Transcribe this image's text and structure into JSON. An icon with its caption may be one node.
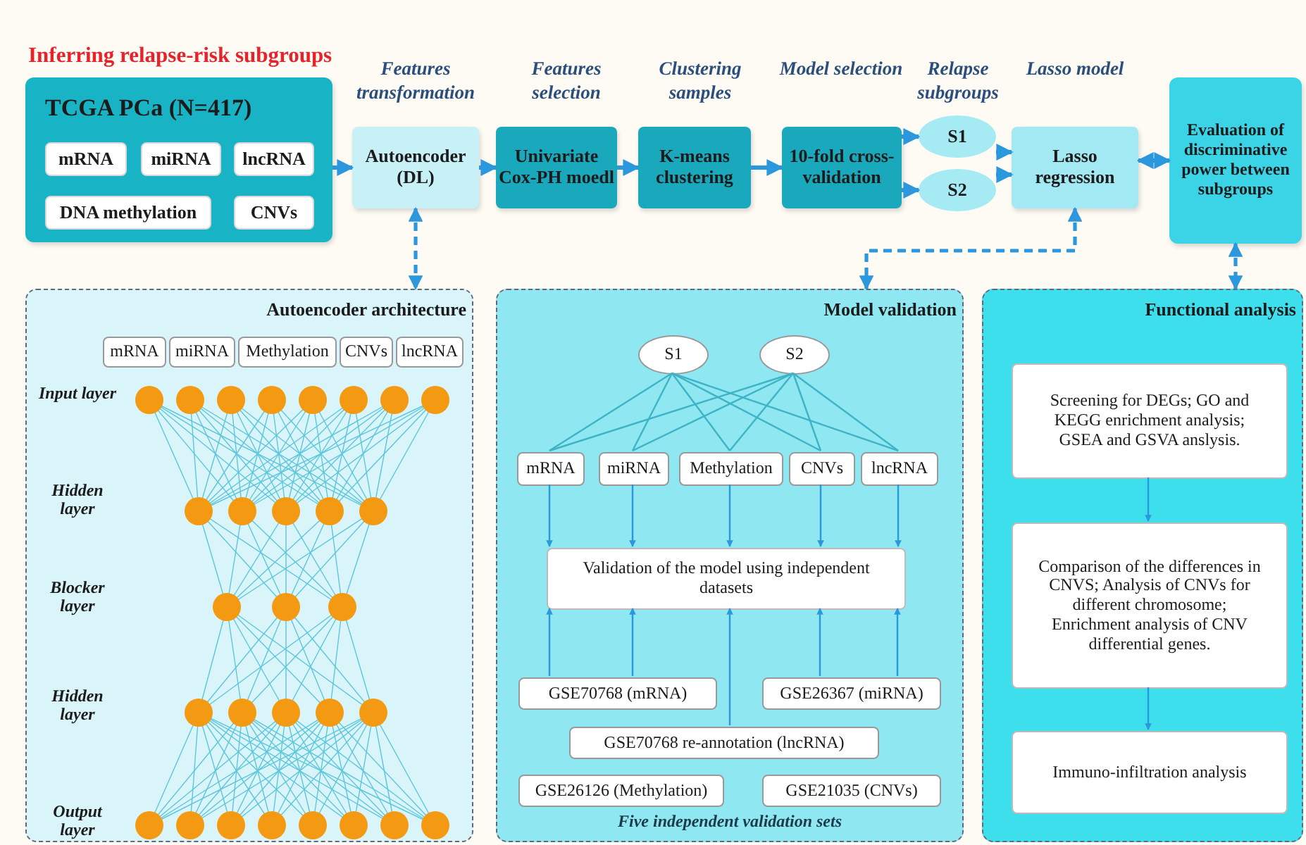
{
  "diagram": {
    "nodes": [
      {
        "text": [
          "TCGA PCa (N=417)"
        ]
      },
      {
        "text": [
          "mRNA"
        ],
        "in": 0
      },
      {
        "text": [
          "miRNA"
        ],
        "in": 0
      },
      {
        "text": [
          "lncRNA"
        ],
        "in": 0
      },
      {
        "text": [
          "DNA methylation"
        ],
        "in": 0
      },
      {
        "text": [
          "CNVs"
        ],
        "in": 0
      },
      {
        "text": [
          "Autoencoder (DL)"
        ],
        "beside": [
          "Features transformation"
        ]
      },
      {
        "text": [
          "Univariate Cox-PH moedl"
        ],
        "beside": [
          "Features selection"
        ]
      },
      {
        "text": [
          "K-means clustering"
        ],
        "beside": [
          "Clustering samples"
        ]
      },
      {
        "text": [
          "10-fold cross-validation"
        ],
        "beside": [
          "Model selection"
        ]
      },
      {
        "text": [
          "S1"
        ]
      },
      {
        "text": [
          "S2"
        ]
      },
      {
        "text": [
          "Lasso regression"
        ],
        "beside": [
          "Lasso model"
        ]
      },
      {
        "text": [
          "Evaluation of discriminative power between subgroups"
        ]
      },
      {
        "text": [
          "Autoencoder architecture"
        ]
      },
      {
        "text": [
          "mRNA"
        ],
        "in": 14
      },
      {
        "text": [
          "miRNA"
        ],
        "in": 14
      },
      {
        "text": [
          "Methylation"
        ],
        "in": 14
      },
      {
        "text": [
          "CNVs"
        ],
        "in": 14
      },
      {
        "text": [
          "lncRNA"
        ],
        "in": 14
      },
      {
        "text": [
          "Model validation",
          "Five independent validation sets"
        ]
      },
      {
        "text": [
          "S1"
        ],
        "in": 20
      },
      {
        "text": [
          "S2"
        ],
        "in": 20
      },
      {
        "text": [
          "mRNA"
        ],
        "in": 20
      },
      {
        "text": [
          "miRNA"
        ],
        "in": 20
      },
      {
        "text": [
          "Methylation"
        ],
        "in": 20
      },
      {
        "text": [
          "CNVs"
        ],
        "in": 20
      },
      {
        "text": [
          "lncRNA"
        ],
        "in": 20
      },
      {
        "text": [
          "Validation of the model using independent datasets"
        ],
        "in": 20
      },
      {
        "text": [
          "GSE70768 (mRNA)"
        ],
        "in": 20
      },
      {
        "text": [
          "GSE26367 (miRNA)"
        ],
        "in": 20
      },
      {
        "text": [
          "GSE70768 re-annotation (lncRNA)"
        ],
        "in": 20
      },
      {
        "text": [
          "GSE26126 (Methylation)"
        ],
        "in": 20
      },
      {
        "text": [
          "GSE21035 (CNVs)"
        ],
        "in": 20
      },
      {
        "text": [
          "Functional analysis"
        ]
      },
      {
        "text": [
          "Screening for DEGs; GO and KEGG enrichment analysis; GSEA and GSVA anslysis."
        ],
        "in": 34
      },
      {
        "text": [
          "Comparison of the differences in CNVS; Analysis of CNVs for different chromosome; Enrichment analysis of CNV differential genes."
        ],
        "in": 34
      },
      {
        "text": [
          "Immuno-infiltration analysis"
        ],
        "in": 34
      }
    ],
    "edges": [
      {
        "from": 0,
        "to": 6,
        "arrow": "to",
        "style": "thick"
      },
      {
        "from": 6,
        "to": 7,
        "arrow": "to",
        "style": "thick"
      },
      {
        "from": 7,
        "to": 8,
        "arrow": "to",
        "style": "thick"
      },
      {
        "from": 8,
        "to": 9,
        "arrow": "to",
        "style": "thick"
      },
      {
        "from": 9,
        "to": 10,
        "arrow": "to",
        "style": "thick"
      },
      {
        "from": 9,
        "to": 11,
        "arrow": "to",
        "style": "thick"
      },
      {
        "from": 10,
        "to": 12,
        "arrow": "to",
        "style": "thick"
      },
      {
        "from": 11,
        "to": 12,
        "arrow": "to",
        "style": "thick"
      },
      {
        "from": 12,
        "to": 13,
        "arrow": "both",
        "style": "thick"
      },
      {
        "from": 6,
        "to": 14,
        "arrow": "both",
        "style": "dashed"
      },
      {
        "from": 12,
        "to": 20,
        "arrow": "both",
        "style": "dashed"
      },
      {
        "from": 13,
        "to": 34,
        "arrow": "both",
        "style": "dashed"
      },
      {
        "from": 21,
        "to": 23,
        "arrow": "none",
        "color": "#3fb3c6"
      },
      {
        "from": 21,
        "to": 24,
        "arrow": "none",
        "color": "#3fb3c6"
      },
      {
        "from": 21,
        "to": 25,
        "arrow": "none",
        "color": "#3fb3c6"
      },
      {
        "from": 21,
        "to": 26,
        "arrow": "none",
        "color": "#3fb3c6"
      },
      {
        "from": 21,
        "to": 27,
        "arrow": "none",
        "color": "#3fb3c6"
      },
      {
        "from": 22,
        "to": 23,
        "arrow": "none",
        "color": "#3fb3c6"
      },
      {
        "from": 22,
        "to": 24,
        "arrow": "none",
        "color": "#3fb3c6"
      },
      {
        "from": 22,
        "to": 25,
        "arrow": "none",
        "color": "#3fb3c6"
      },
      {
        "from": 22,
        "to": 26,
        "arrow": "none",
        "color": "#3fb3c6"
      },
      {
        "from": 22,
        "to": 27,
        "arrow": "none",
        "color": "#3fb3c6"
      },
      {
        "from": 23,
        "to": 28,
        "arrow": "to"
      },
      {
        "from": 24,
        "to": 28,
        "arrow": "to"
      },
      {
        "from": 25,
        "to": 28,
        "arrow": "to"
      },
      {
        "from": 26,
        "to": 28,
        "arrow": "to"
      },
      {
        "from": 27,
        "to": 28,
        "arrow": "to"
      },
      {
        "from": 29,
        "to": 28,
        "arrow": "to"
      },
      {
        "from": 29,
        "to": 28,
        "arrow": "to"
      },
      {
        "from": 31,
        "to": 28,
        "arrow": "to"
      },
      {
        "from": 30,
        "to": 28,
        "arrow": "to"
      },
      {
        "from": 30,
        "to": 28,
        "arrow": "to"
      },
      {
        "from": 35,
        "to": 36,
        "arrow": "to"
      },
      {
        "from": 36,
        "to": 37,
        "arrow": "to"
      }
    ],
    "labels": [
      "Inferring relapse-risk subgroups",
      "Relapse subgroups",
      "Input layer",
      "Hidden layer",
      "Blocker layer",
      "Hidden layer",
      "Output layer"
    ]
  }
}
